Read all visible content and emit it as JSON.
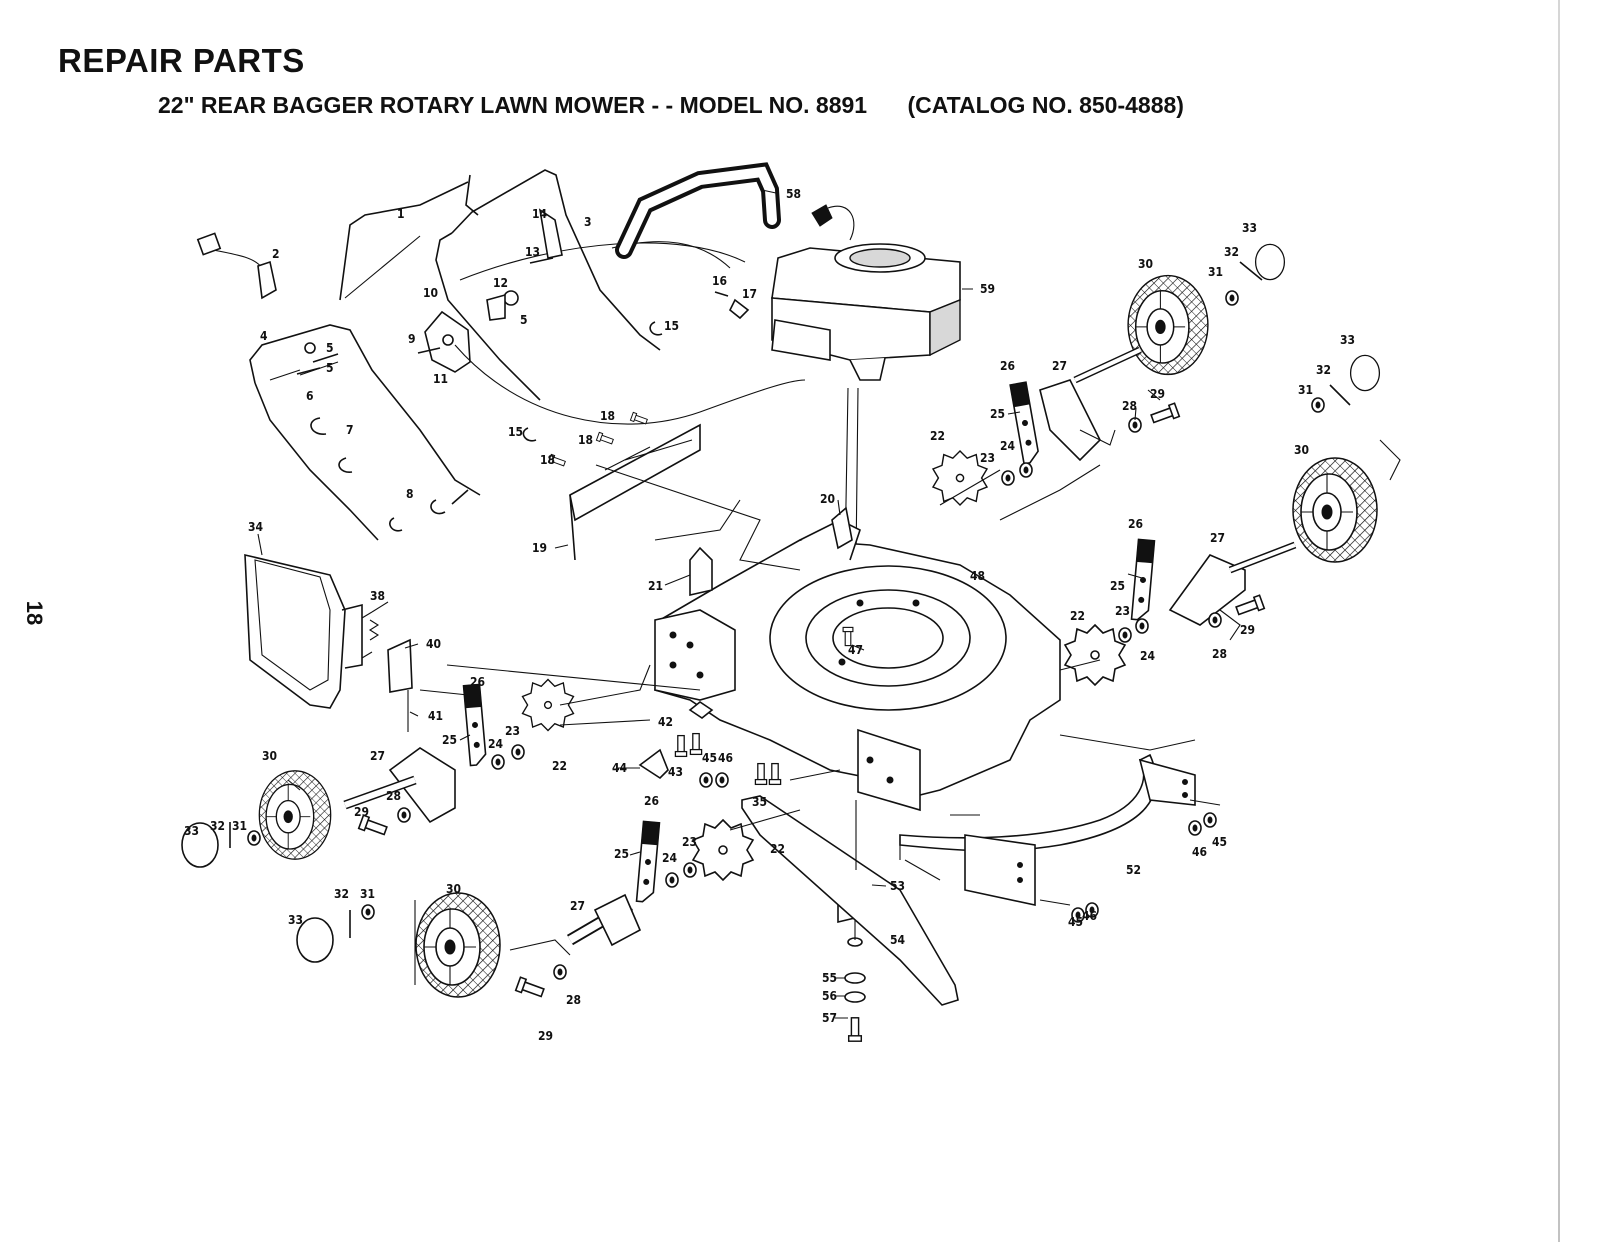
{
  "header": {
    "title": "REPAIR PARTS",
    "subtitle_model": "22\" REAR BAGGER ROTARY LAWN MOWER - - MODEL NO. 8891",
    "subtitle_catalog": "(CATALOG NO.  850-4888)"
  },
  "page_number": "18",
  "callouts": [
    "1",
    "2",
    "3",
    "4",
    "5",
    "5",
    "5",
    "6",
    "7",
    "8",
    "9",
    "10",
    "11",
    "12",
    "13",
    "14",
    "15",
    "15",
    "16",
    "17",
    "18",
    "18",
    "18",
    "19",
    "20",
    "21",
    "22",
    "22",
    "22",
    "22",
    "23",
    "23",
    "23",
    "23",
    "24",
    "24",
    "24",
    "24",
    "25",
    "25",
    "25",
    "25",
    "26",
    "26",
    "26",
    "26",
    "27",
    "27",
    "27",
    "27",
    "28",
    "28",
    "28",
    "28",
    "29",
    "29",
    "29",
    "29",
    "30",
    "30",
    "30",
    "30",
    "31",
    "31",
    "31",
    "31",
    "32",
    "32",
    "32",
    "32",
    "33",
    "33",
    "33",
    "33",
    "34",
    "35",
    "38",
    "40",
    "41",
    "42",
    "43",
    "44",
    "45",
    "45",
    "45",
    "46",
    "46",
    "46",
    "47",
    "48",
    "52",
    "53",
    "54",
    "55",
    "56",
    "57",
    "58",
    "59"
  ]
}
